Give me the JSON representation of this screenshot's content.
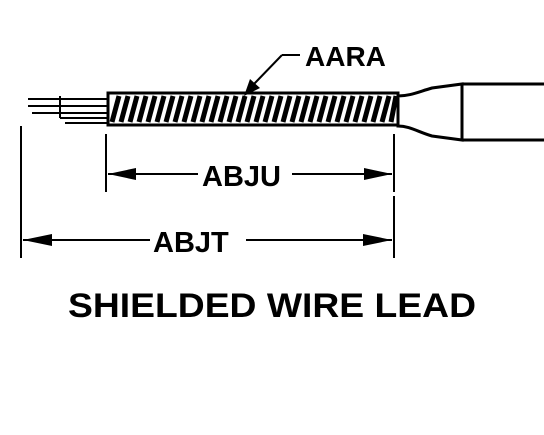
{
  "callout_label": "AARA",
  "dimension_inner_label": "ABJU",
  "dimension_outer_label": "ABJT",
  "caption": "SHIELDED WIRE LEAD",
  "colors": {
    "ink": "#000000",
    "background": "#ffffff"
  }
}
